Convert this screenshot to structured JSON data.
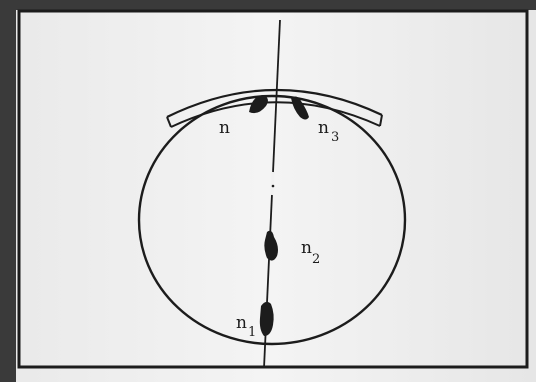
{
  "figure": {
    "labels": {
      "n": "n",
      "n1": "n",
      "n1_sub": "1",
      "n2": "n",
      "n2_sub": "2",
      "n3": "n",
      "n3_sub": "3"
    }
  },
  "colors": {
    "background": "#3a3a3a",
    "paper": "#f1f1f1",
    "ink": "#1c1c1c"
  }
}
